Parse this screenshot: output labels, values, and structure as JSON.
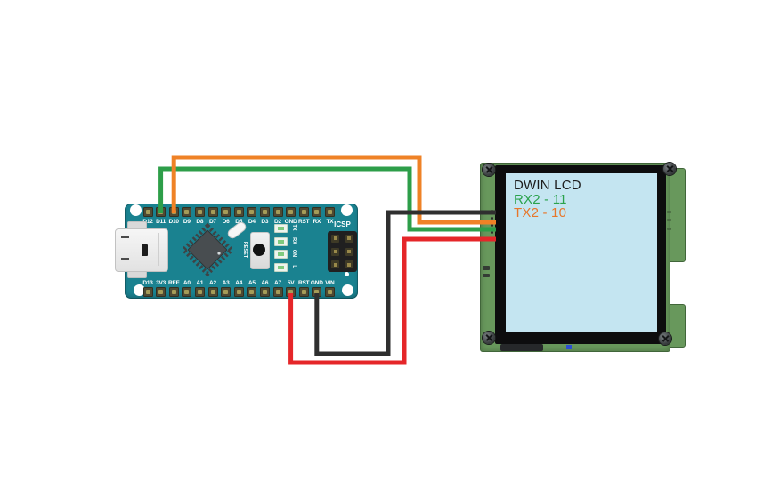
{
  "arduino": {
    "name": "Arduino Nano",
    "board_color": "#1a8290",
    "top_pins": [
      "D12",
      "D11",
      "D10",
      "D9",
      "D8",
      "D7",
      "D6",
      "D5",
      "D4",
      "D3",
      "D2",
      "GND",
      "RST",
      "RX",
      "TX"
    ],
    "bottom_pins": [
      "D13",
      "3V3",
      "REF",
      "A0",
      "A1",
      "A2",
      "A3",
      "A4",
      "A5",
      "A6",
      "A7",
      "5V",
      "RST",
      "GND",
      "VIN"
    ],
    "led_labels": [
      "TX",
      "RX",
      "ON",
      "L"
    ],
    "icsp_label": "ICSP",
    "reset_label": "RESET"
  },
  "lcd": {
    "title": "DWIN LCD",
    "line_rx": "RX2 - 11",
    "line_tx": "TX2 - 10",
    "title_color": "#1d1d1d",
    "rx_color": "#2aa24c",
    "tx_color": "#e7762a",
    "screen_color": "#c4e5f1",
    "bezel_color": "#0d0d0e",
    "pcb_color": "#68985c"
  },
  "wires": [
    {
      "id": "green",
      "color": "#2d9e49",
      "from_pin": "D11",
      "to": "LCD RX2"
    },
    {
      "id": "orange",
      "color": "#ef8226",
      "from_pin": "D10",
      "to": "LCD TX2"
    },
    {
      "id": "red",
      "color": "#e52629",
      "from_pin": "5V",
      "to": "LCD power"
    },
    {
      "id": "black",
      "color": "#2f2f2f",
      "from_pin": "GND",
      "to": "LCD ground"
    }
  ]
}
